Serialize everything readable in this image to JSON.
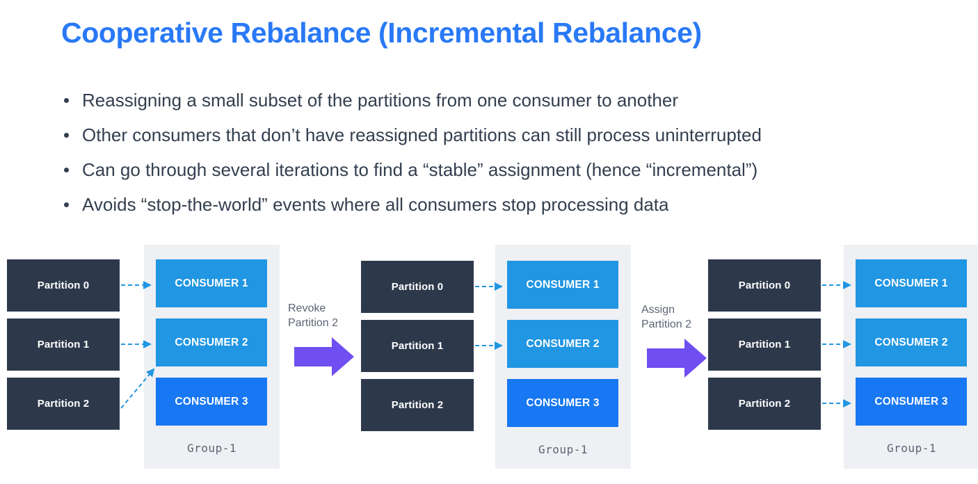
{
  "slide": {
    "title": "Cooperative Rebalance (Incremental Rebalance)",
    "bullets": [
      "Reassigning a small subset of the partitions from one consumer to another",
      "Other consumers that don’t have reassigned partitions can still process uninterrupted",
      "Can go through several iterations to find a “stable” assignment (hence “incremental”)",
      "Avoids “stop-the-world” events where all consumers stop processing data"
    ]
  },
  "colors": {
    "title_blue": "#2979f6",
    "body_text": "#333f4f",
    "partition_dark": "#2d394b",
    "consumer_light_blue": "#2196e3",
    "consumer_dark_blue": "#1877f2",
    "group_background": "#eff0f3",
    "arrow_purple": "#6f4ef2",
    "dashed_arrow_blue": "#2196e3",
    "group_label_gray": "#5b6472"
  },
  "diagram": {
    "stages": [
      {
        "id": "stage-1",
        "group_label": "Group-1",
        "partitions": [
          {
            "label": "Partition 0"
          },
          {
            "label": "Partition 1"
          },
          {
            "label": "Partition 2"
          }
        ],
        "consumers": [
          {
            "label": "CONSUMER 1",
            "shade": "light"
          },
          {
            "label": "CONSUMER 2",
            "shade": "light"
          },
          {
            "label": "CONSUMER 3",
            "shade": "dark"
          }
        ],
        "assignments": [
          {
            "from": "Partition 0",
            "to": "CONSUMER 1",
            "style": "straight"
          },
          {
            "from": "Partition 1",
            "to": "CONSUMER 2",
            "style": "straight"
          },
          {
            "from": "Partition 2",
            "to": "CONSUMER 2",
            "style": "diagonal"
          }
        ]
      },
      {
        "id": "stage-2",
        "group_label": "Group-1",
        "partitions": [
          {
            "label": "Partition 0"
          },
          {
            "label": "Partition 1"
          },
          {
            "label": "Partition 2"
          }
        ],
        "consumers": [
          {
            "label": "CONSUMER 1",
            "shade": "light"
          },
          {
            "label": "CONSUMER 2",
            "shade": "light"
          },
          {
            "label": "CONSUMER 3",
            "shade": "dark"
          }
        ],
        "assignments": [
          {
            "from": "Partition 0",
            "to": "CONSUMER 1",
            "style": "straight"
          },
          {
            "from": "Partition 1",
            "to": "CONSUMER 2",
            "style": "straight"
          }
        ]
      },
      {
        "id": "stage-3",
        "group_label": "Group-1",
        "partitions": [
          {
            "label": "Partition 0"
          },
          {
            "label": "Partition 1"
          },
          {
            "label": "Partition 2"
          }
        ],
        "consumers": [
          {
            "label": "CONSUMER 1",
            "shade": "light"
          },
          {
            "label": "CONSUMER 2",
            "shade": "light"
          },
          {
            "label": "CONSUMER 3",
            "shade": "dark"
          }
        ],
        "assignments": [
          {
            "from": "Partition 0",
            "to": "CONSUMER 1",
            "style": "straight"
          },
          {
            "from": "Partition 1",
            "to": "CONSUMER 2",
            "style": "straight"
          },
          {
            "from": "Partition 2",
            "to": "CONSUMER 3",
            "style": "straight"
          }
        ]
      }
    ],
    "transitions": [
      {
        "id": "transition-1",
        "line1": "Revoke",
        "line2": "Partition 2"
      },
      {
        "id": "transition-2",
        "line1": "Assign",
        "line2": "Partition 2"
      }
    ]
  }
}
